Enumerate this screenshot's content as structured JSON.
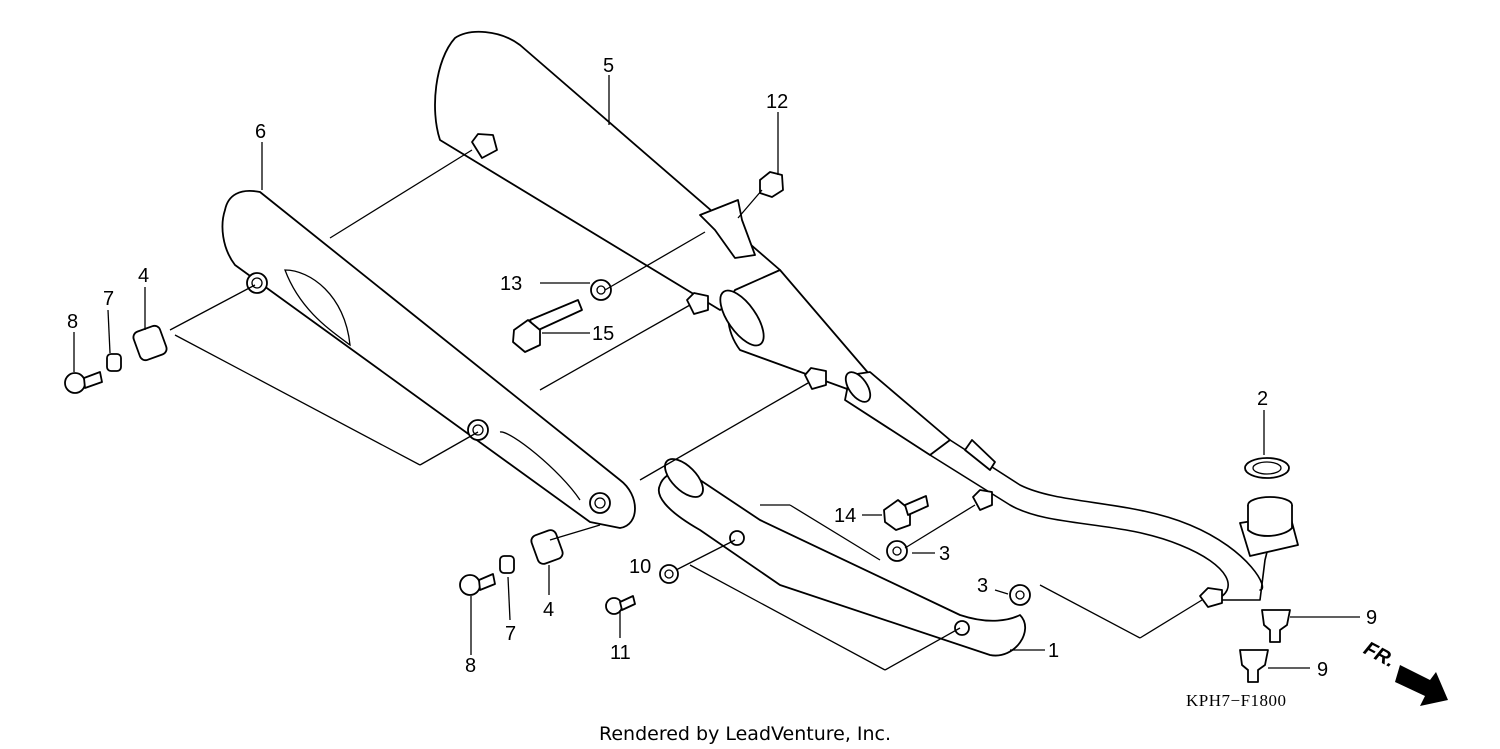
{
  "diagram": {
    "callouts": [
      "1",
      "2",
      "3",
      "3",
      "4",
      "4",
      "5",
      "6",
      "7",
      "7",
      "8",
      "8",
      "9",
      "9",
      "10",
      "11",
      "12",
      "13",
      "14",
      "15"
    ],
    "fr_label": "FR.",
    "drawing_code": "KPH7−F1800",
    "credit": "Rendered by LeadVenture, Inc."
  }
}
